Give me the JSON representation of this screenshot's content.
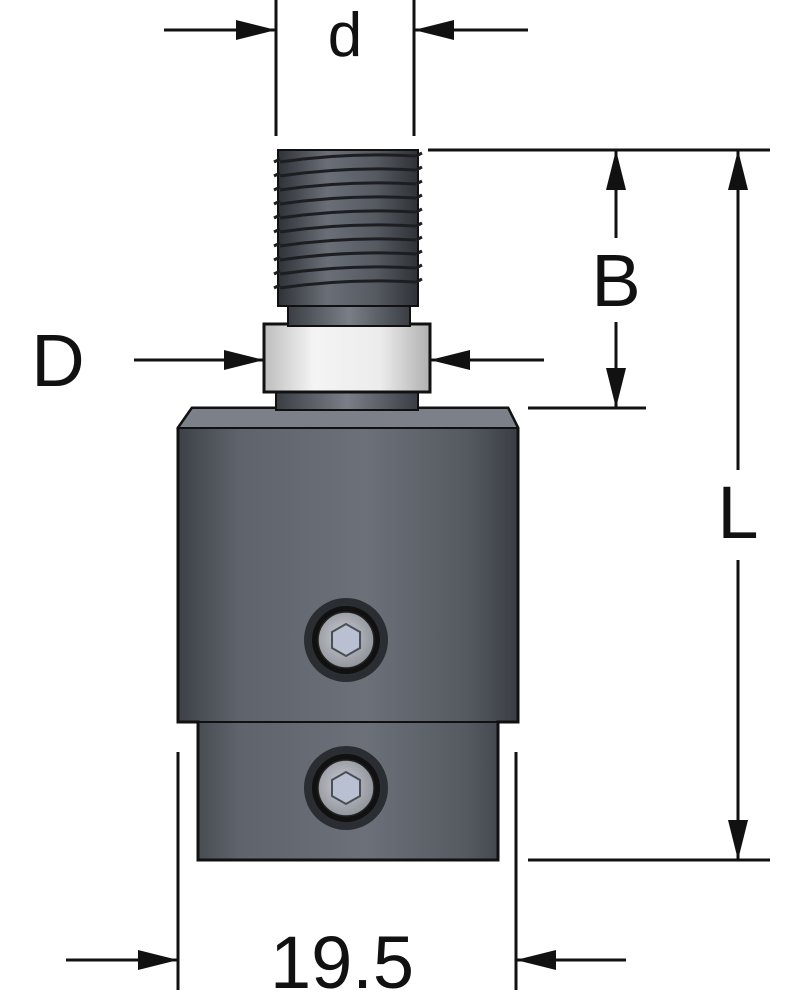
{
  "labels": {
    "thread_diameter": "d",
    "collar_diameter": "D",
    "thread_length": "B",
    "overall_length": "L",
    "body_width": "19.5"
  },
  "colors": {
    "line": "#111111",
    "body": "#5b6068",
    "body_dark": "#3a3e44",
    "thread": "#4f545b",
    "collar": "#e6e6e6",
    "screw_head": "#9fa3aa"
  },
  "icons": {
    "set_screw": "hex-socket-screw-icon"
  }
}
